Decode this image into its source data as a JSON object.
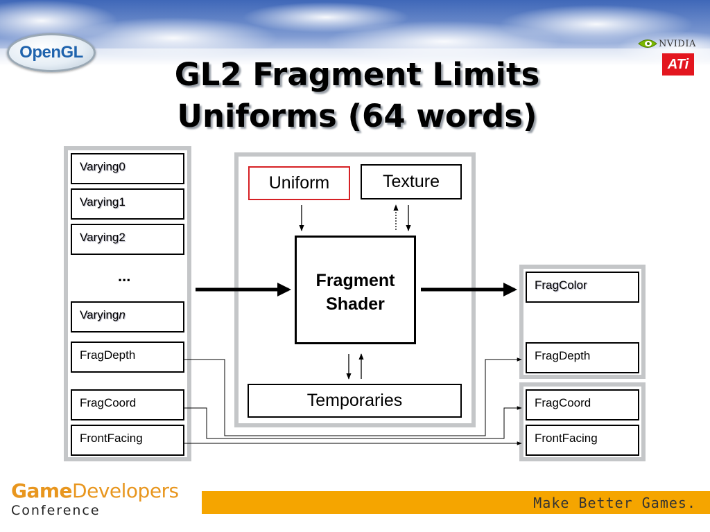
{
  "header": {
    "title_line1": "GL2 Fragment Limits",
    "title_line2": "Uniforms (64 words)",
    "logo_left": "OpenGL",
    "logo_nvidia": "NVIDIA",
    "logo_ati": "ATi"
  },
  "inputs": {
    "varying0": "Varying0",
    "varying1": "Varying1",
    "varying2": "Varying2",
    "ellipsis": "...",
    "varying_n_prefix": "Varying",
    "varying_n_suffix": "n",
    "frag_depth": "FragDepth",
    "frag_coord": "FragCoord",
    "front_facing": "FrontFacing"
  },
  "shader": {
    "uniform": "Uniform",
    "texture": "Texture",
    "name_line1": "Fragment",
    "name_line2": "Shader",
    "temporaries": "Temporaries"
  },
  "outputs": {
    "frag_color": "FragColor",
    "frag_depth": "FragDepth",
    "frag_coord": "FragCoord",
    "front_facing": "FrontFacing"
  },
  "footer": {
    "gdc_bold": "Game",
    "gdc_rest": "Developers",
    "gdc_sub": "Conference",
    "tagline": "Make Better Games."
  },
  "colors": {
    "uniform_border": "#d62024",
    "frame_gray": "#c4c6c8",
    "tagline_bar": "#f5a500",
    "gdc_orange": "#e8961e"
  }
}
